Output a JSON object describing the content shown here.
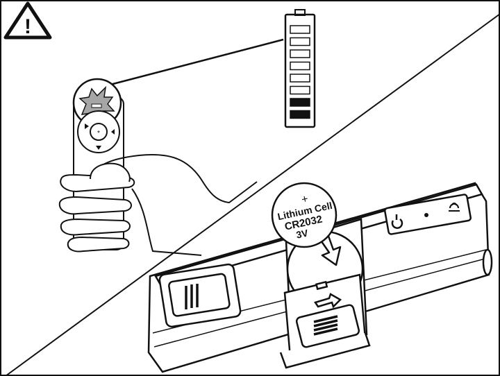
{
  "warning": {
    "icon": "warning-triangle-icon",
    "symbol": "!"
  },
  "battery_indicator": {
    "icon": "battery-level-icon",
    "total_bars": 8,
    "filled_bars": 2
  },
  "remote": {
    "icon": "remote-control-icon"
  },
  "coin_cell": {
    "icon": "coin-cell-battery-icon",
    "polarity": "+",
    "line1": "Lithium Cell",
    "line2": "CR2032",
    "line3": "3V"
  },
  "receiver": {
    "power_icon": "power-icon",
    "led_icon": "led-dot-icon",
    "signal_icon": "signal-icon"
  },
  "colors": {
    "ink": "#111111",
    "paper": "#ffffff",
    "shade": "#9a9a9a"
  }
}
